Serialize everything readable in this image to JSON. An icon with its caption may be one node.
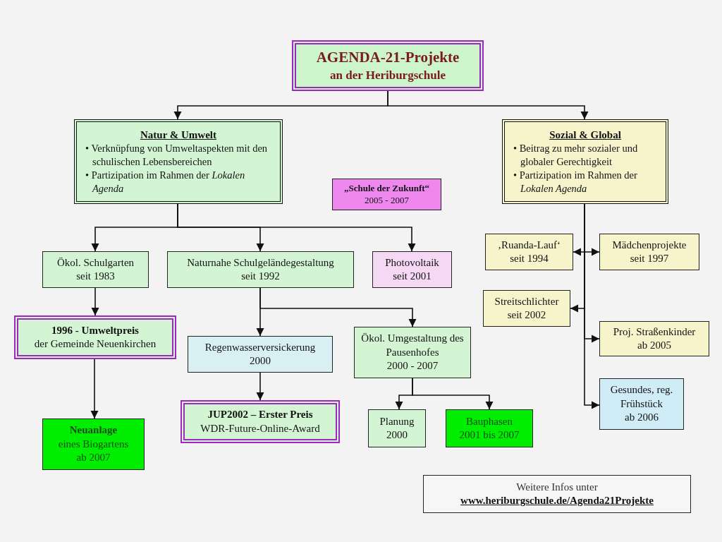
{
  "diagram": {
    "nodes": [
      {
        "text": [
          "AGENDA-21-Projekte",
          "an der Heriburgschule"
        ]
      },
      {
        "text": [
          "Natur & Umwelt",
          "• Verknüpfung von Umweltaspekten mit den schulischen Lebensbereichen",
          "• Partizipation im Rahmen der *Lokalen Agenda*"
        ]
      },
      {
        "text": [
          "„Schule der Zukunft“",
          "2005 - 2007"
        ]
      },
      {
        "text": [
          "Sozial & Global",
          "• Beitrag zu mehr sozialer und globaler Gerechtigkeit",
          "• Partizipation im Rahmen der *Lokalen Agenda*"
        ]
      },
      {
        "text": [
          "Ökol.  Schulgarten",
          "seit 1983"
        ]
      },
      {
        "text": [
          "Naturnahe Schulgeländegestaltung",
          "seit 1992"
        ]
      },
      {
        "text": [
          "Photovoltaik",
          "seit 2001"
        ]
      },
      {
        "text": [
          "‚Ruanda-Lauf‘",
          "seit 1994"
        ]
      },
      {
        "text": [
          "Mädchenprojekte",
          "seit 1997"
        ]
      },
      {
        "text": [
          "1996  -  Umweltpreis",
          "der Gemeinde Neuenkirchen"
        ]
      },
      {
        "text": [
          "Streitschlichter",
          "seit 2002"
        ]
      },
      {
        "text": [
          "Proj. Straßenkinder",
          "ab 2005"
        ]
      },
      {
        "text": [
          "Regenwasserversickerung",
          "2000"
        ]
      },
      {
        "text": [
          "Ökol. Umgestaltung des Pausenhofes",
          "2000 - 2007"
        ]
      },
      {
        "text": [
          "JUP2002 – Erster Preis",
          "WDR-Future-Online-Award"
        ]
      },
      {
        "text": [
          "Gesundes, reg. Frühstück",
          "ab 2006"
        ]
      },
      {
        "text": [
          "Neuanlage",
          "eines Biogartens",
          "ab 2007"
        ]
      },
      {
        "text": [
          "Planung",
          "2000"
        ]
      },
      {
        "text": [
          "Bauphasen",
          "2001 bis 2007"
        ]
      },
      {
        "text": [
          "Weitere  Infos  unter",
          "www.heriburgschule.de/Agenda21Projekte"
        ]
      }
    ],
    "edges": [
      {
        "from": 0,
        "to": 1,
        "arrow": "to"
      },
      {
        "from": 0,
        "to": 3,
        "arrow": "to"
      },
      {
        "from": 1,
        "to": 4,
        "arrow": "to"
      },
      {
        "from": 1,
        "to": 5,
        "arrow": "to"
      },
      {
        "from": 1,
        "to": 6,
        "arrow": "to"
      },
      {
        "from": 3,
        "to": 7,
        "arrow": "to"
      },
      {
        "from": 3,
        "to": 8,
        "arrow": "to"
      },
      {
        "from": 3,
        "to": 10,
        "arrow": "to"
      },
      {
        "from": 3,
        "to": 11,
        "arrow": "to"
      },
      {
        "from": 3,
        "to": 15,
        "arrow": "to"
      },
      {
        "from": 4,
        "to": 9,
        "arrow": "to"
      },
      {
        "from": 5,
        "to": 12,
        "arrow": "to"
      },
      {
        "from": 5,
        "to": 13,
        "arrow": "to"
      },
      {
        "from": 9,
        "to": 16,
        "arrow": "to"
      },
      {
        "from": 12,
        "to": 14,
        "arrow": "to"
      },
      {
        "from": 13,
        "to": 17,
        "arrow": "to"
      },
      {
        "from": 13,
        "to": 18,
        "arrow": "to"
      }
    ]
  }
}
